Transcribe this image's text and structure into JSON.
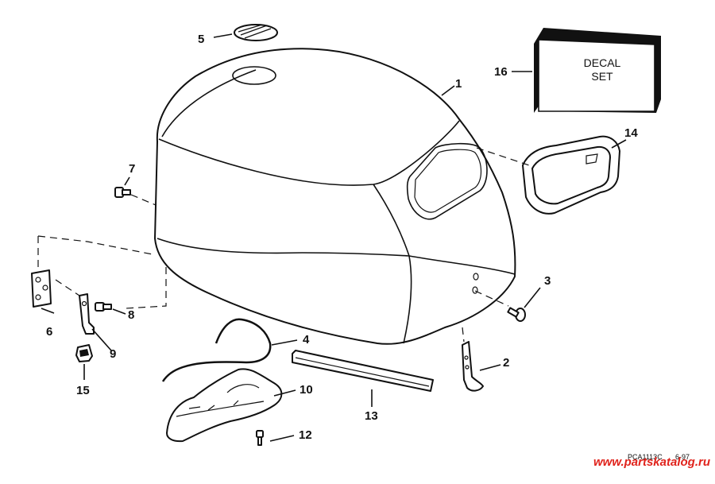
{
  "callouts": {
    "p1": "1",
    "p2": "2",
    "p3": "3",
    "p4": "4",
    "p5": "5",
    "p6": "6",
    "p7": "7",
    "p8": "8",
    "p9": "9",
    "p10": "10",
    "p12": "12",
    "p13": "13",
    "p14": "14",
    "p15": "15",
    "p16": "16"
  },
  "decal": {
    "line1": "DECAL",
    "line2": "SET"
  },
  "drawing_code": "PCA1113C",
  "date_code": "6-97",
  "watermark": "www.partskatalog.ru",
  "colors": {
    "line": "#111111",
    "watermark": "#e0231c"
  }
}
